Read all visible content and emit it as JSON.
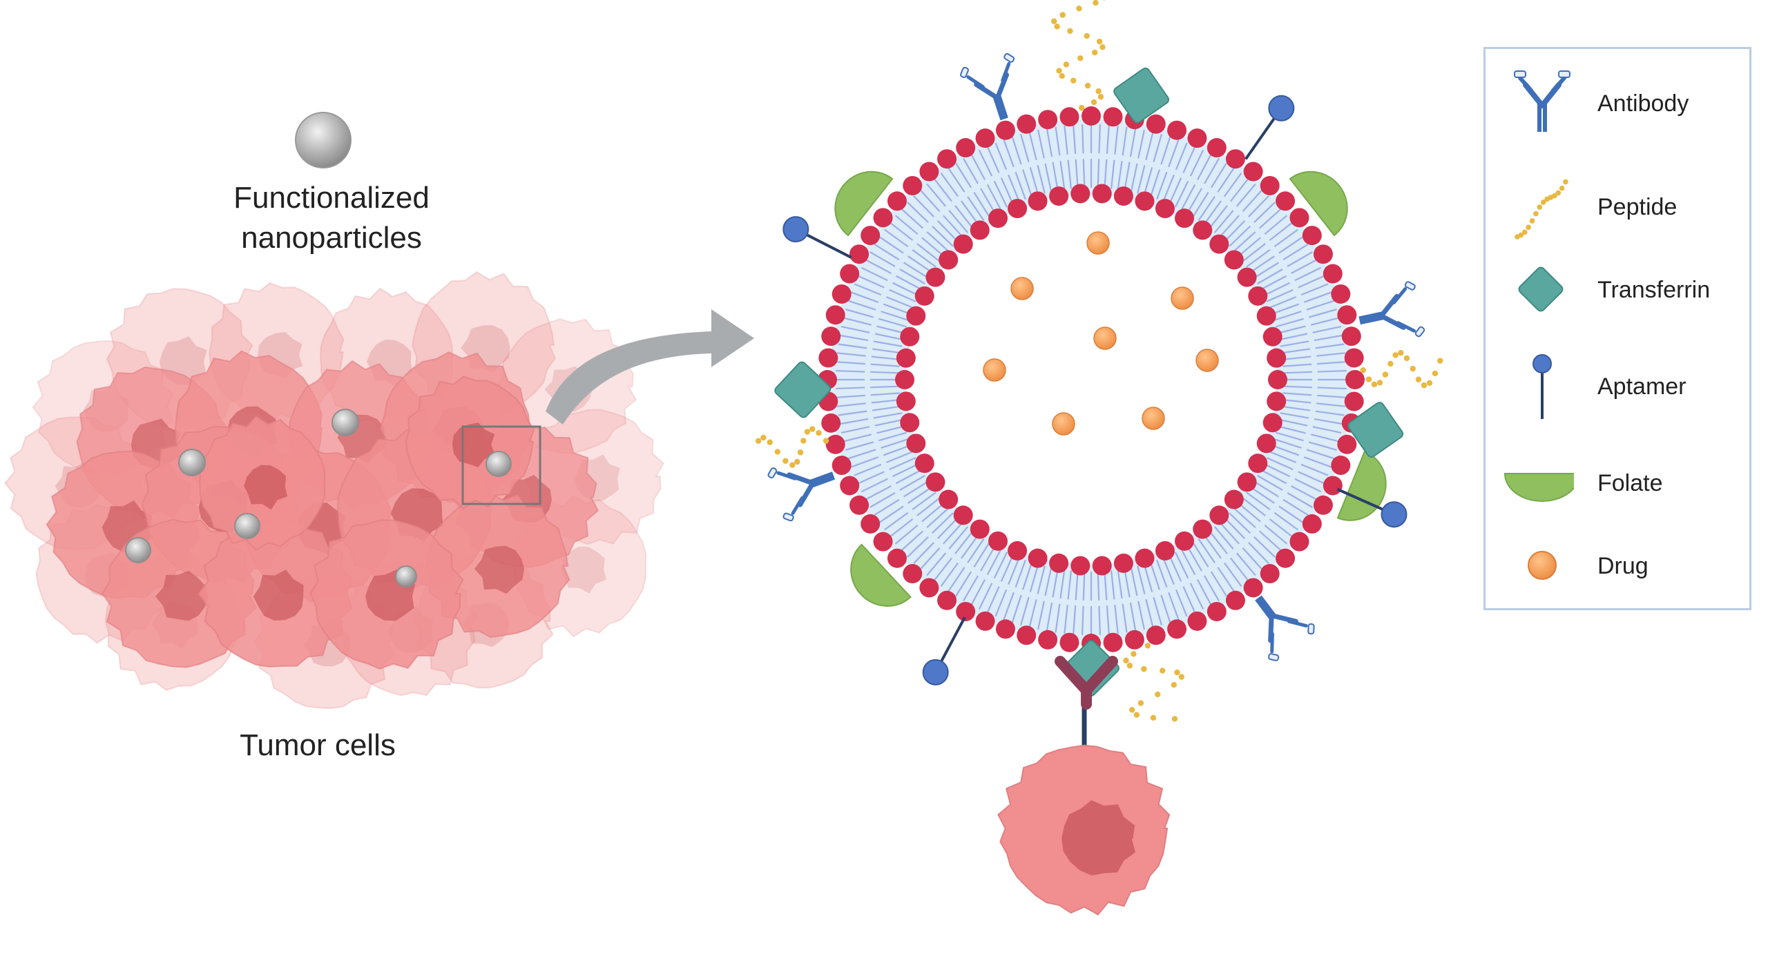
{
  "labels": {
    "nanoparticles_line1": "Functionalized",
    "nanoparticles_line2": "nanoparticles",
    "tumor_cells": "Tumor cells"
  },
  "legend": {
    "items": [
      {
        "key": "antibody",
        "label": "Antibody",
        "icon": "antibody-icon"
      },
      {
        "key": "peptide",
        "label": "Peptide",
        "icon": "peptide-icon"
      },
      {
        "key": "transferrin",
        "label": "Transferrin",
        "icon": "transferrin-icon"
      },
      {
        "key": "aptamer",
        "label": "Aptamer",
        "icon": "aptamer-icon"
      },
      {
        "key": "folate",
        "label": "Folate",
        "icon": "folate-icon"
      },
      {
        "key": "drug",
        "label": "Drug",
        "icon": "drug-icon"
      }
    ]
  },
  "colors": {
    "phospholipid_head": "#d32f4f",
    "lipid_tail": "#8f9fe0",
    "bilayer_fill": "#dcecf8",
    "antibody": "#3f6fb8",
    "peptide": "#e8b840",
    "transferrin": "#5aa79f",
    "aptamer_head": "#4f79c8",
    "aptamer_stem": "#2a3f66",
    "folate": "#8fbf5f",
    "drug": "#f2a05a",
    "tumor_cell": "#f08e90",
    "tumor_nucleus": "#c9575c",
    "nanoparticle": "#b7b7b7",
    "arrow": "#a9acae",
    "receptor": "#8e3d57"
  }
}
